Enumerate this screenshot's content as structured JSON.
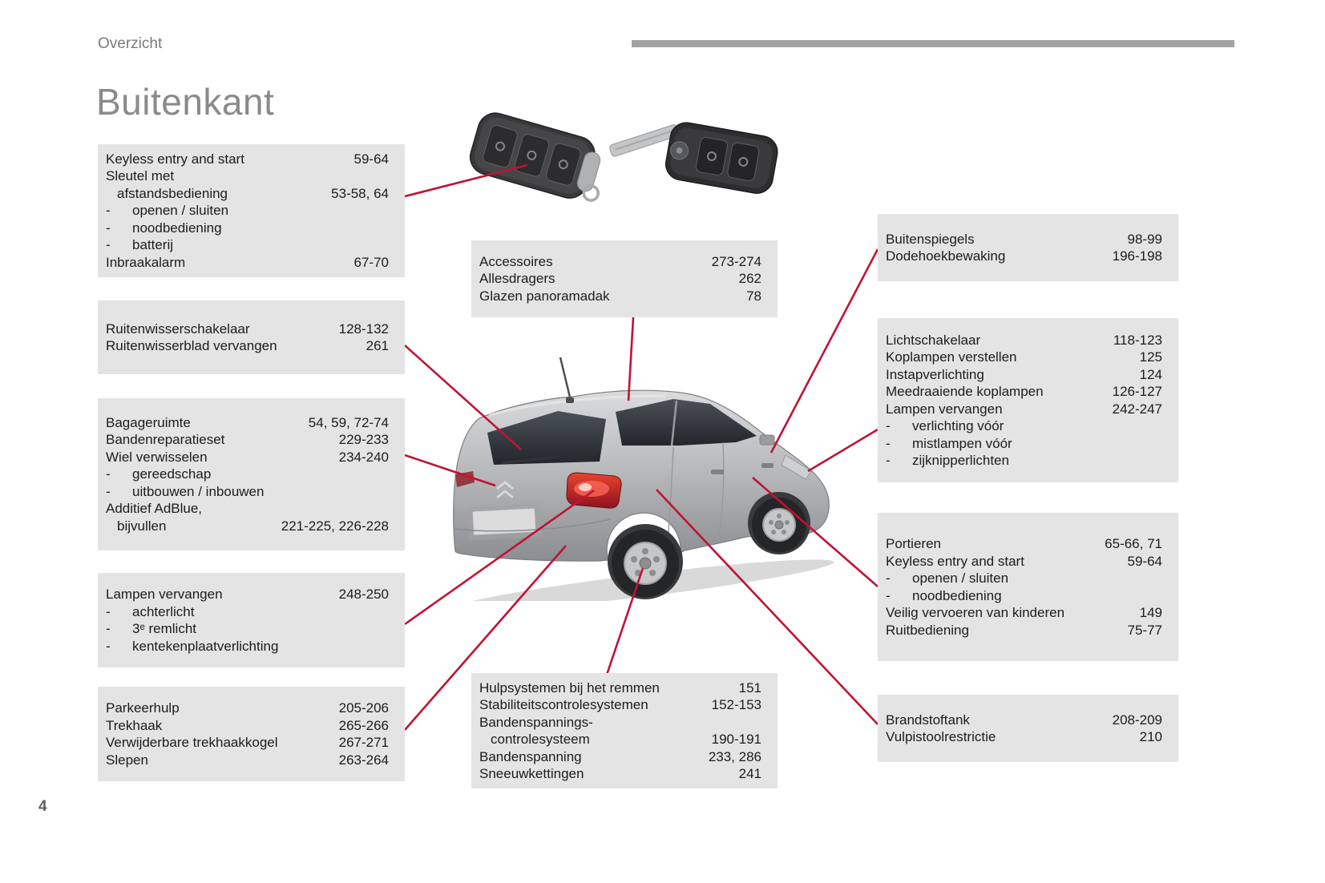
{
  "page": {
    "header": "Overzicht",
    "title": "Buitenkant",
    "number": "4"
  },
  "colors": {
    "accent": "#c01334",
    "box_bg": "#e4e4e4",
    "header_bar": "#a3a3a3"
  },
  "boxes": {
    "keyless": {
      "rows": [
        {
          "t": "Keyless entry and start",
          "p": "59-64",
          "s": "n"
        },
        {
          "t": "Sleutel met",
          "p": "",
          "s": "n"
        },
        {
          "t": "afstandsbediening",
          "p": "53-58, 64",
          "s": "i"
        },
        {
          "t": "openen / sluiten",
          "p": "",
          "s": "b"
        },
        {
          "t": "noodbediening",
          "p": "",
          "s": "b"
        },
        {
          "t": "batterij",
          "p": "",
          "s": "b"
        },
        {
          "t": "Inbraakalarm",
          "p": "67-70",
          "s": "n"
        }
      ]
    },
    "wipers": {
      "rows": [
        {
          "t": "Ruitenwisserschakelaar",
          "p": "128-132",
          "s": "n"
        },
        {
          "t": "Ruitenwisserblad vervangen",
          "p": "261",
          "s": "n"
        }
      ]
    },
    "luggage": {
      "rows": [
        {
          "t": "Bagageruimte",
          "p": "54, 59, 72-74",
          "s": "n"
        },
        {
          "t": "Bandenreparatieset",
          "p": "229-233",
          "s": "n"
        },
        {
          "t": "Wiel verwisselen",
          "p": "234-240",
          "s": "n"
        },
        {
          "t": "gereedschap",
          "p": "",
          "s": "b"
        },
        {
          "t": "uitbouwen / inbouwen",
          "p": "",
          "s": "b"
        },
        {
          "t": "Additief AdBlue,",
          "p": "",
          "s": "n"
        },
        {
          "t": "bijvullen",
          "p": "221-225, 226-228",
          "s": "i"
        }
      ]
    },
    "lamps_rear": {
      "rows": [
        {
          "t": "Lampen vervangen",
          "p": "248-250",
          "s": "n"
        },
        {
          "t": "achterlicht",
          "p": "",
          "s": "b"
        },
        {
          "t": "3ᵉ remlicht",
          "p": "",
          "s": "b"
        },
        {
          "t": "kentekenplaatverlichting",
          "p": "",
          "s": "b"
        }
      ]
    },
    "parking": {
      "rows": [
        {
          "t": "Parkeerhulp",
          "p": "205-206",
          "s": "n"
        },
        {
          "t": "Trekhaak",
          "p": "265-266",
          "s": "n"
        },
        {
          "t": "Verwijderbare trekhaakkogel",
          "p": "267-271",
          "s": "n"
        },
        {
          "t": "Slepen",
          "p": "263-264",
          "s": "n"
        }
      ]
    },
    "accessories": {
      "rows": [
        {
          "t": "Accessoires",
          "p": "273-274",
          "s": "n"
        },
        {
          "t": "Allesdragers",
          "p": "262",
          "s": "n"
        },
        {
          "t": "Glazen panoramadak",
          "p": "78",
          "s": "n"
        }
      ]
    },
    "braking": {
      "rows": [
        {
          "t": "Hulpsystemen bij het remmen",
          "p": "151",
          "s": "n"
        },
        {
          "t": "Stabiliteitscontrolesystemen",
          "p": "152-153",
          "s": "n"
        },
        {
          "t": "Bandenspannings-",
          "p": "",
          "s": "n"
        },
        {
          "t": "controlesysteem",
          "p": "190-191",
          "s": "i"
        },
        {
          "t": "Bandenspanning",
          "p": "233, 286",
          "s": "n"
        },
        {
          "t": "Sneeuwkettingen",
          "p": "241",
          "s": "n"
        }
      ]
    },
    "mirrors": {
      "rows": [
        {
          "t": "Buitenspiegels",
          "p": "98-99",
          "s": "n"
        },
        {
          "t": "Dodehoekbewaking",
          "p": "196-198",
          "s": "n"
        }
      ]
    },
    "lights_front": {
      "rows": [
        {
          "t": "Lichtschakelaar",
          "p": "118-123",
          "s": "n"
        },
        {
          "t": "Koplampen verstellen",
          "p": "125",
          "s": "n"
        },
        {
          "t": "Instapverlichting",
          "p": "124",
          "s": "n"
        },
        {
          "t": "Meedraaiende koplampen",
          "p": "126-127",
          "s": "n"
        },
        {
          "t": "Lampen vervangen",
          "p": "242-247",
          "s": "n"
        },
        {
          "t": "verlichting vóór",
          "p": "",
          "s": "b"
        },
        {
          "t": "mistlampen vóór",
          "p": "",
          "s": "b"
        },
        {
          "t": "zijknipperlichten",
          "p": "",
          "s": "b"
        }
      ]
    },
    "doors": {
      "rows": [
        {
          "t": "Portieren",
          "p": "65-66, 71",
          "s": "n"
        },
        {
          "t": "Keyless entry and start",
          "p": "59-64",
          "s": "n"
        },
        {
          "t": "openen / sluiten",
          "p": "",
          "s": "b"
        },
        {
          "t": "noodbediening",
          "p": "",
          "s": "b"
        },
        {
          "t": "Veilig vervoeren van kinderen",
          "p": "149",
          "s": "n"
        },
        {
          "t": "Ruitbediening",
          "p": "75-77",
          "s": "n"
        }
      ]
    },
    "fuel": {
      "rows": [
        {
          "t": "Brandstoftank",
          "p": "208-209",
          "s": "n"
        },
        {
          "t": "Vulpistoolrestrictie",
          "p": "210",
          "s": "n"
        }
      ]
    }
  }
}
